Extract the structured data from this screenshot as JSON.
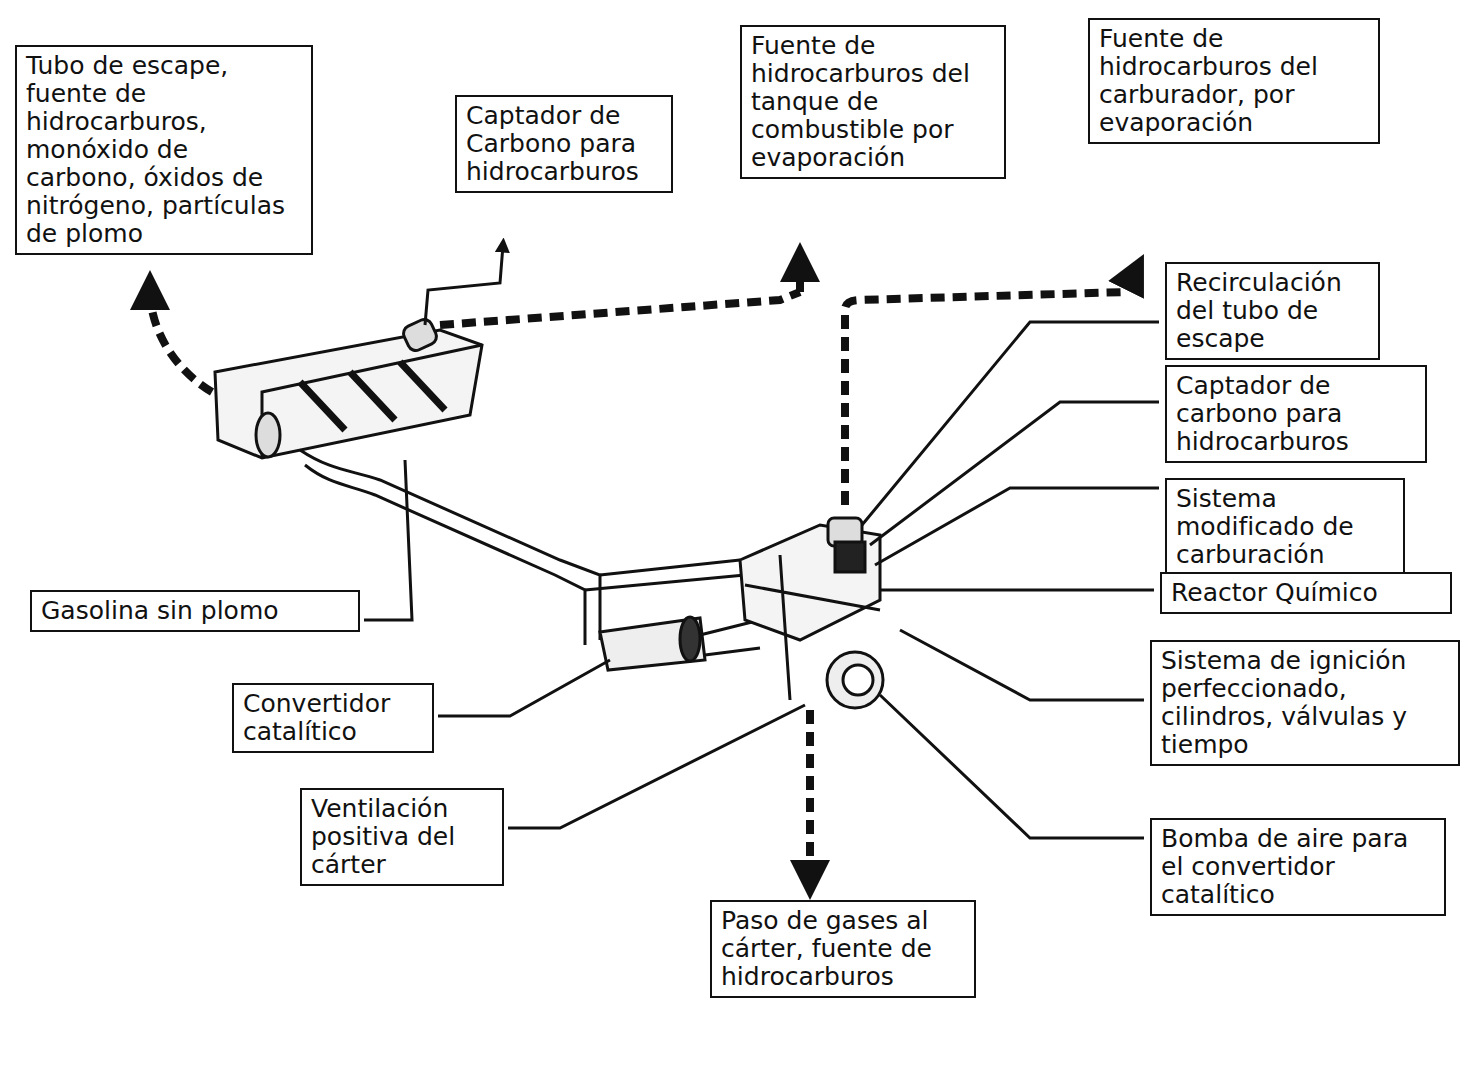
{
  "diagram": {
    "nodes": [
      {
        "text": [
          "Tubo de escape, fuente de hidrocarburos, monóxido de carbono, óxidos de nitrógeno, partículas de plomo"
        ]
      },
      {
        "text": [
          "Captador de Carbono para hidrocarburos"
        ]
      },
      {
        "text": [
          "Fuente de hidrocarburos del tanque de combustible por evaporación"
        ]
      },
      {
        "text": [
          "Fuente de hidrocarburos del carburador, por evaporación"
        ]
      },
      {
        "text": [
          "Recirculación del tubo de escape"
        ]
      },
      {
        "text": [
          "Captador de carbono para hidrocarburos"
        ]
      },
      {
        "text": [
          "Sistema modificado de carburación"
        ]
      },
      {
        "text": [
          "Gasolina sin plomo"
        ]
      },
      {
        "text": [
          "Reactor Químico"
        ]
      },
      {
        "text": [
          "Sistema de ignición perfeccionado, cilindros, válvulas y tiempo"
        ]
      },
      {
        "text": [
          "Convertidor catalítico"
        ]
      },
      {
        "text": [
          "Ventilación positiva del cárter"
        ]
      },
      {
        "text": [
          "Bomba de aire para el convertidor catalítico"
        ]
      },
      {
        "text": [
          "Paso de gases al cárter, fuente de hidrocarburos"
        ]
      }
    ]
  }
}
